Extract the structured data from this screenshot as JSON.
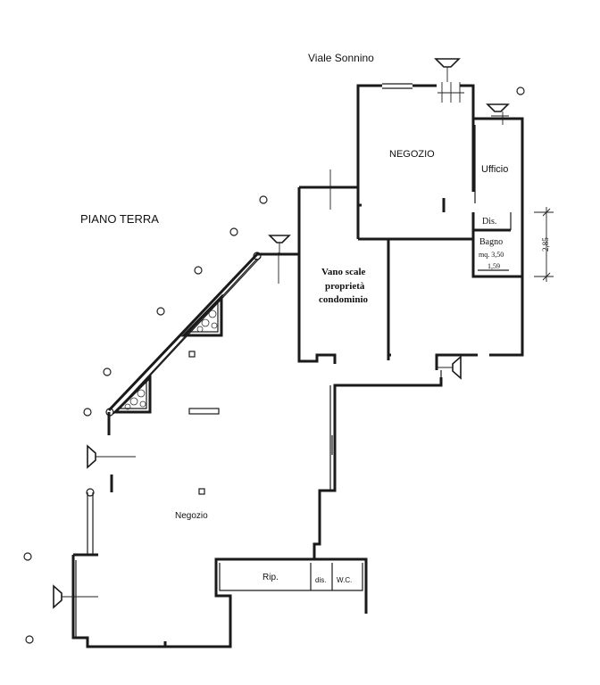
{
  "labels": {
    "street": "Viale Sonnino",
    "floor": "PIANO TERRA",
    "negozio_main": "NEGOZIO",
    "ufficio": "Ufficio",
    "dis_upper": "Dis.",
    "bagno": "Bagno",
    "bagno_area": "mq. 3,50",
    "bagno_h": "1,59",
    "dim_side": "2,85",
    "vano_line1": "Vano scale",
    "vano_line2": "proprietà",
    "vano_line3": "condominio",
    "negozio_lower": "Negozio",
    "rip": "Rip.",
    "dis_lower": "dis.",
    "wc": "W.C."
  }
}
